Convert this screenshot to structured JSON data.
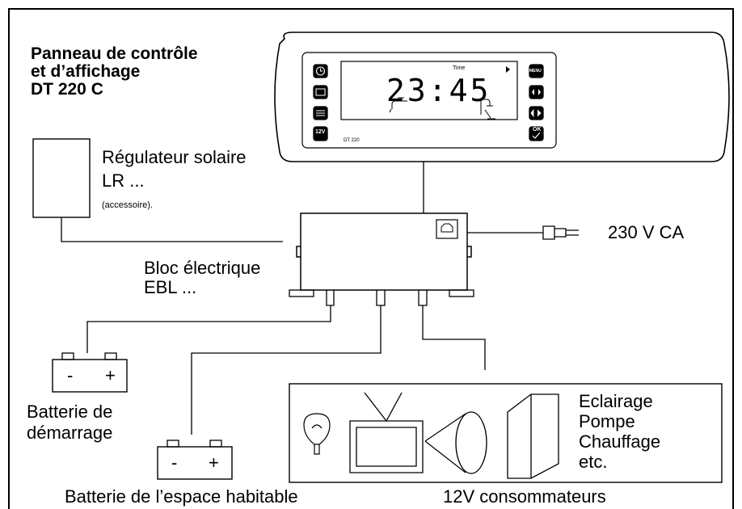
{
  "panel": {
    "title_line1": "Panneau de contrôle",
    "title_line2": "et d’affichage",
    "title_line3": "DT 220 C",
    "display_time": "23:45",
    "display_time_label": "Time",
    "model_label": "DT 220",
    "btn_12v": "12V",
    "btn_menu": "MENU",
    "btn_ok": "OK"
  },
  "regulator": {
    "line1": "Régulateur solaire",
    "line2": "LR ...",
    "note": "(accessoire)."
  },
  "power_block": {
    "line1": "Bloc électrique",
    "line2": "EBL ..."
  },
  "mains": {
    "label": "230 V CA"
  },
  "starter_battery": {
    "minus": "-",
    "plus": "+",
    "line1": "Batterie de",
    "line2": "démarrage"
  },
  "living_battery": {
    "minus": "-",
    "plus": "+",
    "label": "Batterie de l’espace habitable"
  },
  "consumers": {
    "items": [
      "Eclairage",
      "Pompe",
      "Chauffage",
      "etc."
    ],
    "label": "12V consommateurs"
  }
}
